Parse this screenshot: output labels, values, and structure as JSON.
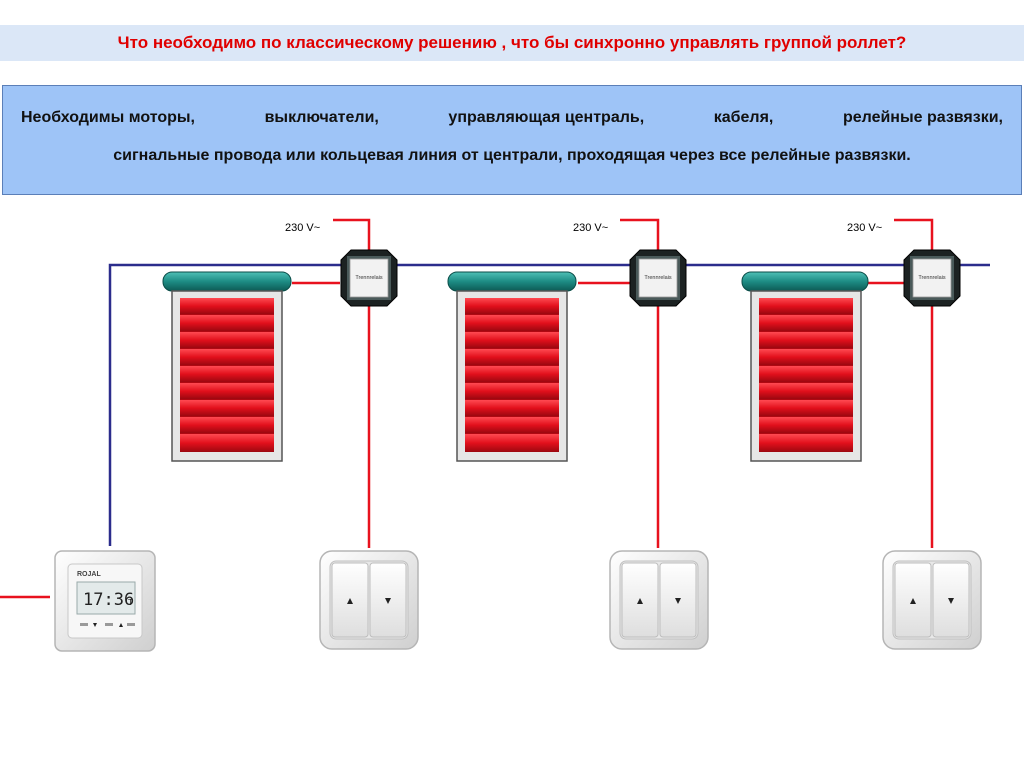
{
  "title": "Что необходимо по классическому решению , что бы синхронно управлять группой роллет?",
  "info": {
    "line1_words": [
      "Необходимы моторы,",
      "выключатели,",
      "управляющая централь,",
      "кабеля,",
      "релейные развязки,"
    ],
    "line2": "сигнальные провода или кольцевая линия от централи, проходящая через все релейные развязки."
  },
  "diagram": {
    "supply_labels": [
      "230 V~",
      "230 V~",
      "230 V~"
    ],
    "relay_label": "Trennrelais",
    "controller": {
      "brand": "ROJAL",
      "time": "17:36"
    },
    "colors": {
      "signal_line": "#2b2c8c",
      "power_line": "#e8121e",
      "slat": "#e2101c",
      "roller": "#1d8c84"
    }
  }
}
